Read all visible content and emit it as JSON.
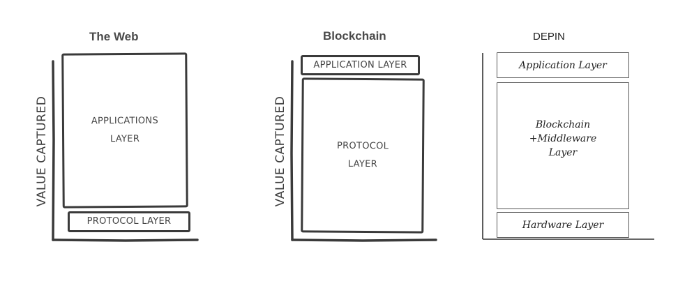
{
  "panels": [
    {
      "title": "The Web",
      "ylabel": "VALUE CAPTURED",
      "top_layer": "APPLICATIONS\nLAYER",
      "bottom_layer": "PROTOCOL LAYER"
    },
    {
      "title": "Blockchain",
      "ylabel": "VALUE CAPTURED",
      "top_layer": "APPLICATION LAYER",
      "bottom_layer": "PROTOCOL\nLAYER"
    },
    {
      "title": "DEPIN",
      "top_layer": "Application Layer",
      "middle_layer": "Blockchain\n+Middleware\nLayer",
      "bottom_layer": "Hardware Layer"
    }
  ]
}
